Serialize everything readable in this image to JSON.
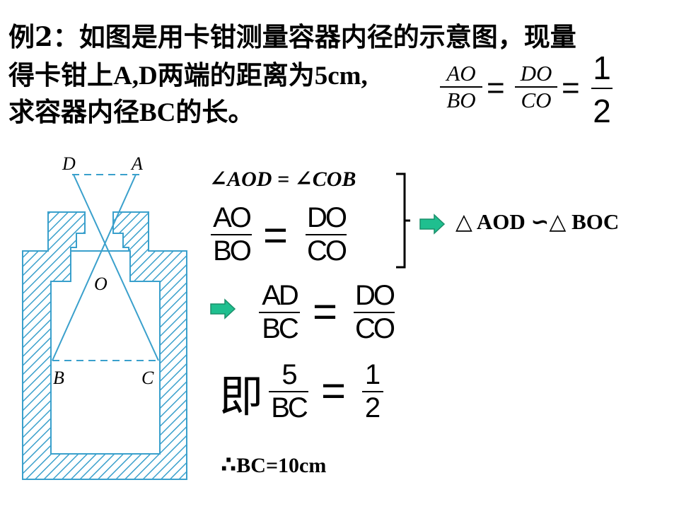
{
  "problem": {
    "line1": "例2：如图是用卡钳测量容器内径的示意图，现量",
    "line2_pre": "得卡钳上",
    "line2_latin": "A,D",
    "line2_mid": "两端的距离为",
    "line2_val": "5cm,",
    "line3_pre": "求容器内径",
    "line3_latin": "BC",
    "line3_post": "的长。"
  },
  "given_ratio": {
    "n1": "AO",
    "d1": "BO",
    "n2": "DO",
    "d2": "CO",
    "n3": "1",
    "d3": "2",
    "eq": "="
  },
  "figure_labels": {
    "D": "D",
    "A": "A",
    "O": "O",
    "B": "B",
    "C": "C"
  },
  "step1": {
    "angles": "∠AOD = ∠COB",
    "frac_n1": "AO",
    "frac_d1": "BO",
    "frac_n2": "DO",
    "frac_d2": "CO",
    "eq": "="
  },
  "similarity": {
    "t1": "△ AOD",
    "sim": "∽",
    "t2": "△ BOC"
  },
  "step2": {
    "n1": "AD",
    "d1": "BC",
    "n2": "DO",
    "d2": "CO",
    "eq": "="
  },
  "step3": {
    "prefix": "即",
    "n1": "5",
    "d1": "BC",
    "n2": "1",
    "d2": "2",
    "eq": "="
  },
  "conclusion": {
    "therefore": "∴",
    "text": "BC=10cm"
  },
  "colors": {
    "hatch": "#3aa0cc",
    "arrow": "#1fbf8f",
    "arrow_edge": "#1a8f6a"
  }
}
